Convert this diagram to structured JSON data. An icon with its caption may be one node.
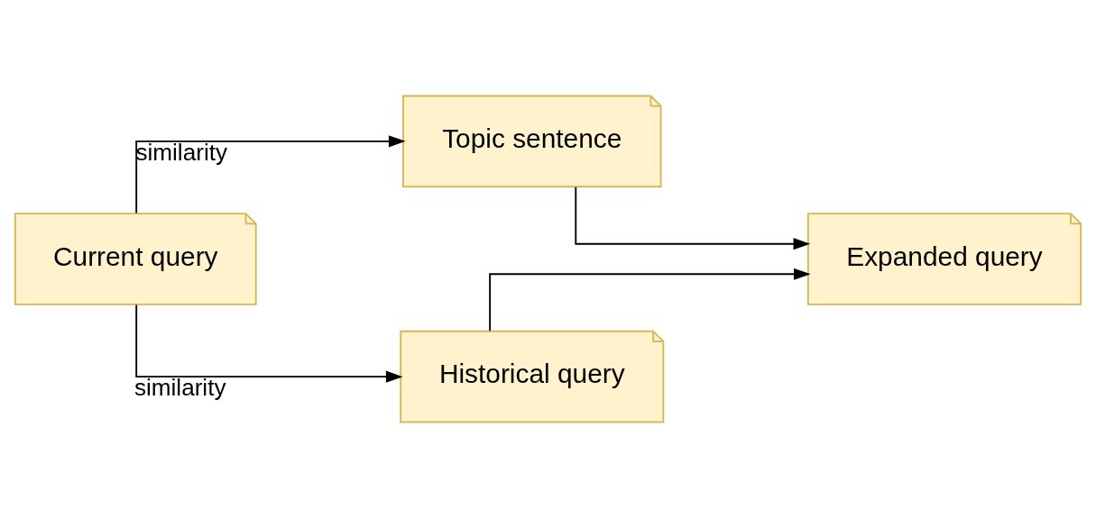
{
  "diagram": {
    "nodes": [
      {
        "text": [
          "Current query"
        ]
      },
      {
        "text": [
          "Topic sentence"
        ]
      },
      {
        "text": [
          "Historical query"
        ]
      },
      {
        "text": [
          "Expanded query"
        ]
      }
    ],
    "edges": [
      {
        "from": 0,
        "to": 1,
        "arrow": "to",
        "label": "similarity"
      },
      {
        "from": 0,
        "to": 2,
        "arrow": "to",
        "label": "similarity"
      },
      {
        "from": 1,
        "to": 3,
        "arrow": "to"
      },
      {
        "from": 2,
        "to": 3,
        "arrow": "to"
      }
    ]
  }
}
